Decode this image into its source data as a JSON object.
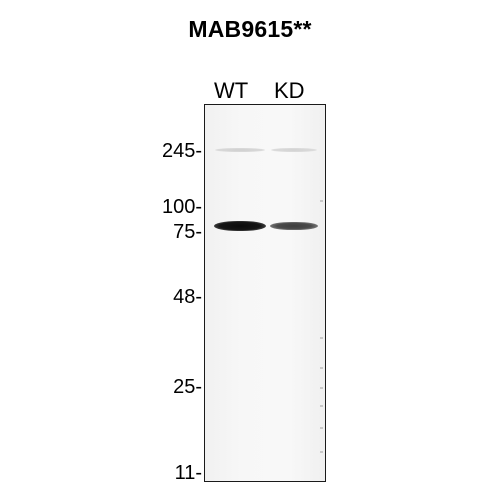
{
  "title": "MAB9615**",
  "lanes": [
    {
      "label": "WT"
    },
    {
      "label": "KD"
    }
  ],
  "markers": [
    {
      "label": "245-"
    },
    {
      "label": "100-"
    },
    {
      "label": "75-"
    },
    {
      "label": "48-"
    },
    {
      "label": "25-"
    },
    {
      "label": "11-"
    }
  ]
}
